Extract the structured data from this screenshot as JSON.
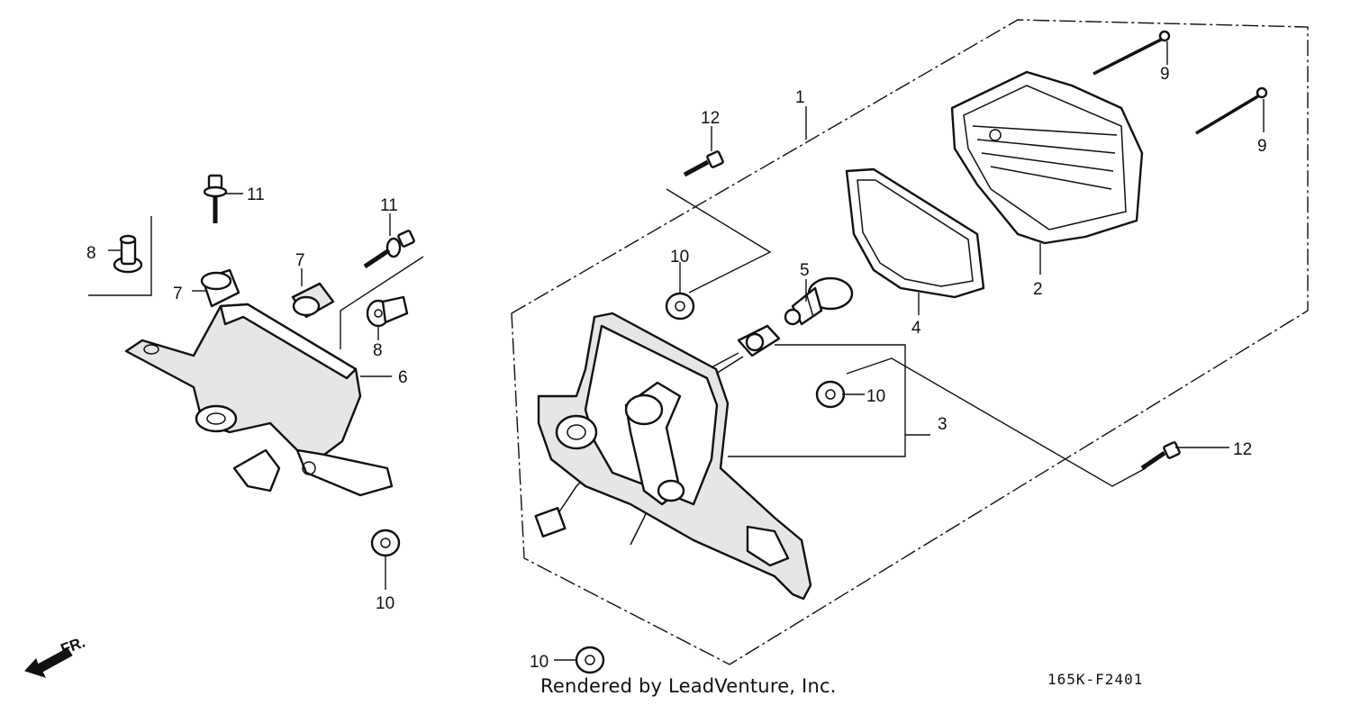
{
  "callouts": {
    "c1": "1",
    "c2": "2",
    "c3": "3",
    "c4": "4",
    "c5": "5",
    "c6": "6",
    "c7a": "7",
    "c7b": "7",
    "c8a": "8",
    "c8b": "8",
    "c9a": "9",
    "c9b": "9",
    "c10a": "10",
    "c10b": "10",
    "c10c": "10",
    "c10d": "10",
    "c11a": "11",
    "c11b": "11",
    "c12a": "12",
    "c12b": "12"
  },
  "direction_label": "FR.",
  "credit": "Rendered by LeadVenture, Inc.",
  "diagram_code": "165K-F2401"
}
